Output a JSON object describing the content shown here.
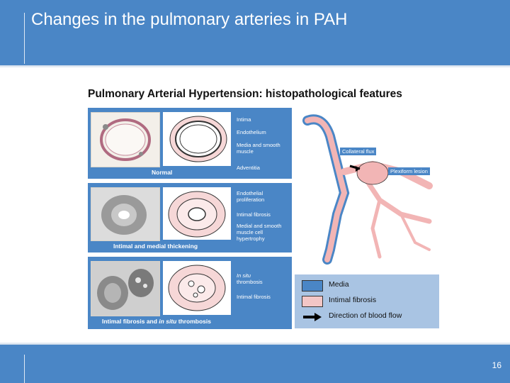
{
  "slide": {
    "title": "Changes in the pulmonary arteries in PAH",
    "page_number": "16"
  },
  "figure": {
    "title": "Pulmonary Arterial Hypertension: histopathological features",
    "panels": [
      {
        "label": "Normal",
        "annotations": [
          "Intima",
          "Endothelium",
          "Media and smooth muscle",
          "Adventitia"
        ]
      },
      {
        "label": "Intimal and medial thickening",
        "annotations": [
          "Endothelial proliferation",
          "Intimal fibrosis",
          "Medial and smooth muscle cell hypertrophy"
        ]
      },
      {
        "label_part1": "Intimal fibrosis and ",
        "label_italic": "in situ",
        "label_part2": " thrombosis",
        "annotations_italic": "In situ",
        "annotations_rest": "thrombosis",
        "annotation2": "Intimal fibrosis"
      }
    ],
    "diagram_labels": {
      "collateral": "Collateral flux",
      "plexiform": "Plexiform lesion"
    },
    "legend": [
      {
        "label": "Media",
        "color": "#4a86c6"
      },
      {
        "label": "Intimal fibrosis",
        "color": "#f2c6c6"
      },
      {
        "label": "Direction of blood flow",
        "color": "#000000"
      }
    ]
  }
}
